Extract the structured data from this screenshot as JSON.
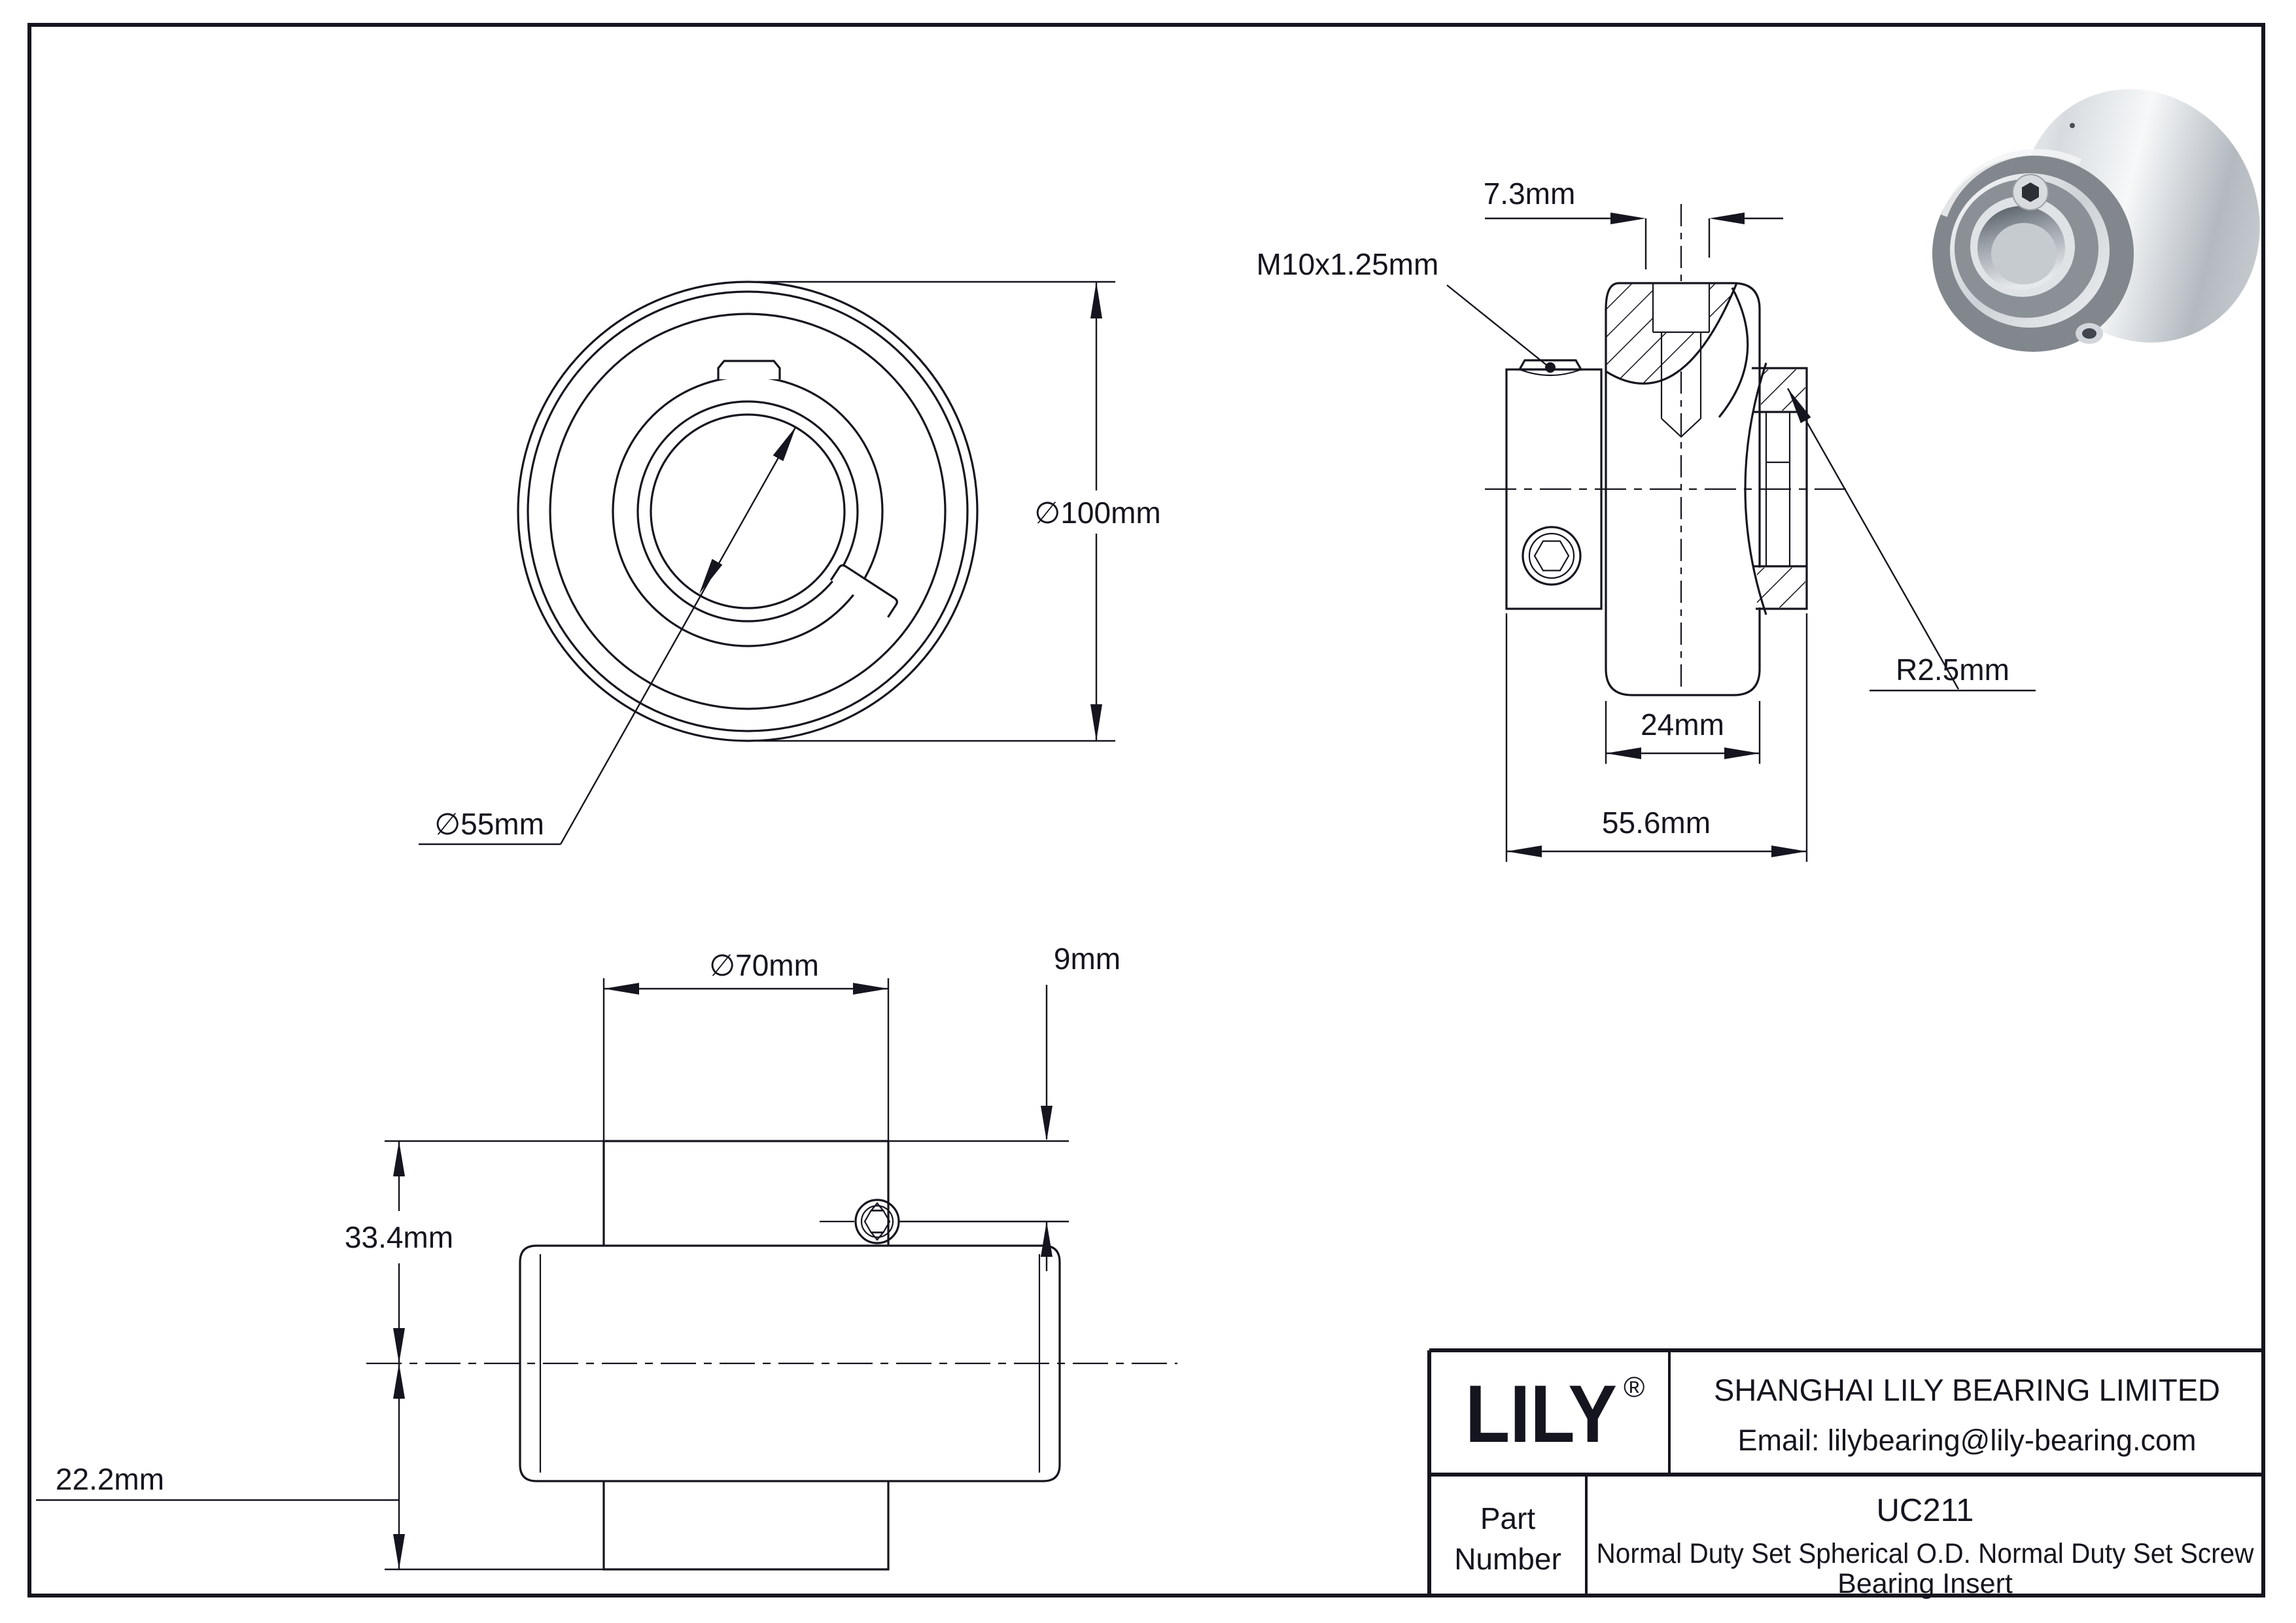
{
  "drawing": {
    "front_view": {
      "outer_diameter_label": "∅100mm",
      "bore_diameter_label": "∅55mm"
    },
    "section_view": {
      "set_screw_offset_label": "7.3mm",
      "set_screw_thread_label": "M10x1.25mm",
      "fillet_radius_label": "R2.5mm",
      "inner_ring_width_label": "24mm",
      "overall_width_label": "55.6mm"
    },
    "profile_view": {
      "outer_diameter_label": "∅70mm",
      "set_screw_edge_distance_label": "9mm",
      "upper_height_label": "33.4mm",
      "lower_height_label": "22.2mm"
    }
  },
  "title_block": {
    "logo_text": "LILY",
    "registered_mark": "®",
    "company_name": "SHANGHAI LILY BEARING LIMITED",
    "email": "Email: lilybearing@lily-bearing.com",
    "part_label_line1": "Part",
    "part_label_line2": "Number",
    "part_number": "UC211",
    "description_line1": "Normal Duty Set Spherical O.D. Normal Duty Set Screw",
    "description_line2": "Bearing Insert"
  },
  "colors": {
    "line": "#15151f",
    "background": "#ffffff",
    "metal_light": "#f4f6f7",
    "metal_mid": "#b6bcc2",
    "metal_dark": "#5f656c"
  }
}
